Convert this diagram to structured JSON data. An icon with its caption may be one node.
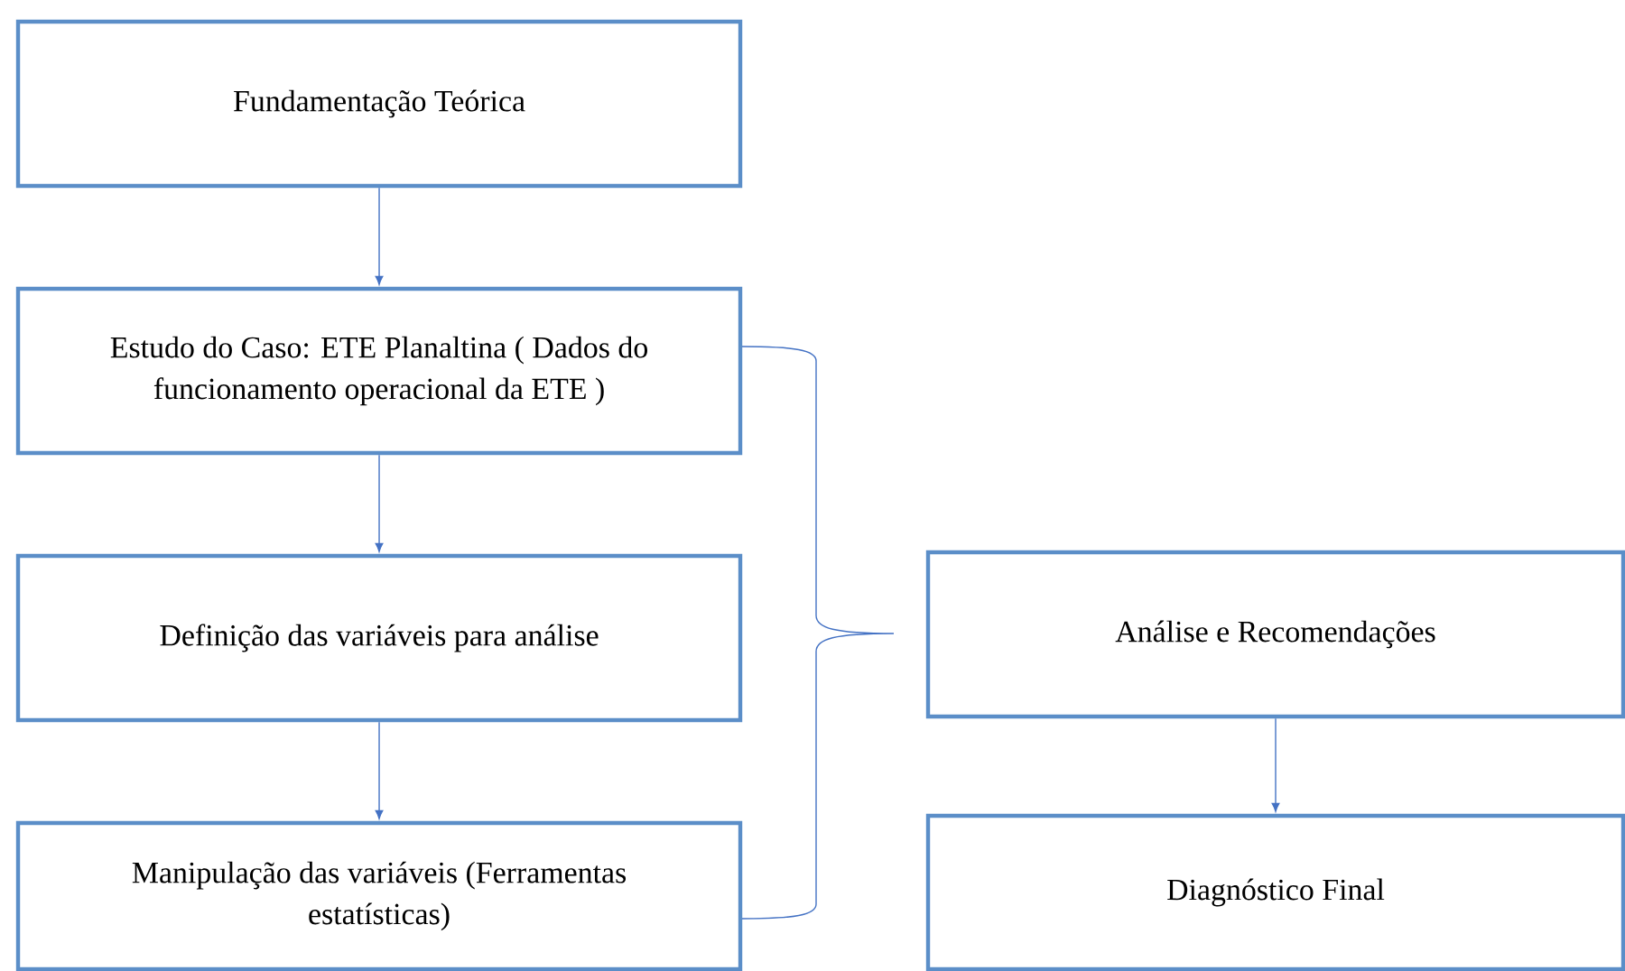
{
  "diagram": {
    "nodes": [
      {
        "text": [
          "Fundamentação Teórica"
        ]
      },
      {
        "text": [
          "Estudo do Caso: ETE Planaltina ( Dados do funcionamento operacional da ETE )"
        ]
      },
      {
        "text": [
          "Definição das variáveis para análise"
        ]
      },
      {
        "text": [
          "Manipulação das variáveis (Ferramentas estatísticas)"
        ]
      },
      {
        "text": [
          "Análise e Recomendações"
        ]
      },
      {
        "text": [
          "Diagnóstico Final"
        ]
      }
    ],
    "edges": [
      {
        "from": 0,
        "to": 1,
        "arrow": "to"
      },
      {
        "from": 1,
        "to": 2,
        "arrow": "to"
      },
      {
        "from": 2,
        "to": 3,
        "arrow": "to"
      },
      {
        "from": 4,
        "to": 5,
        "arrow": "to"
      }
    ]
  }
}
